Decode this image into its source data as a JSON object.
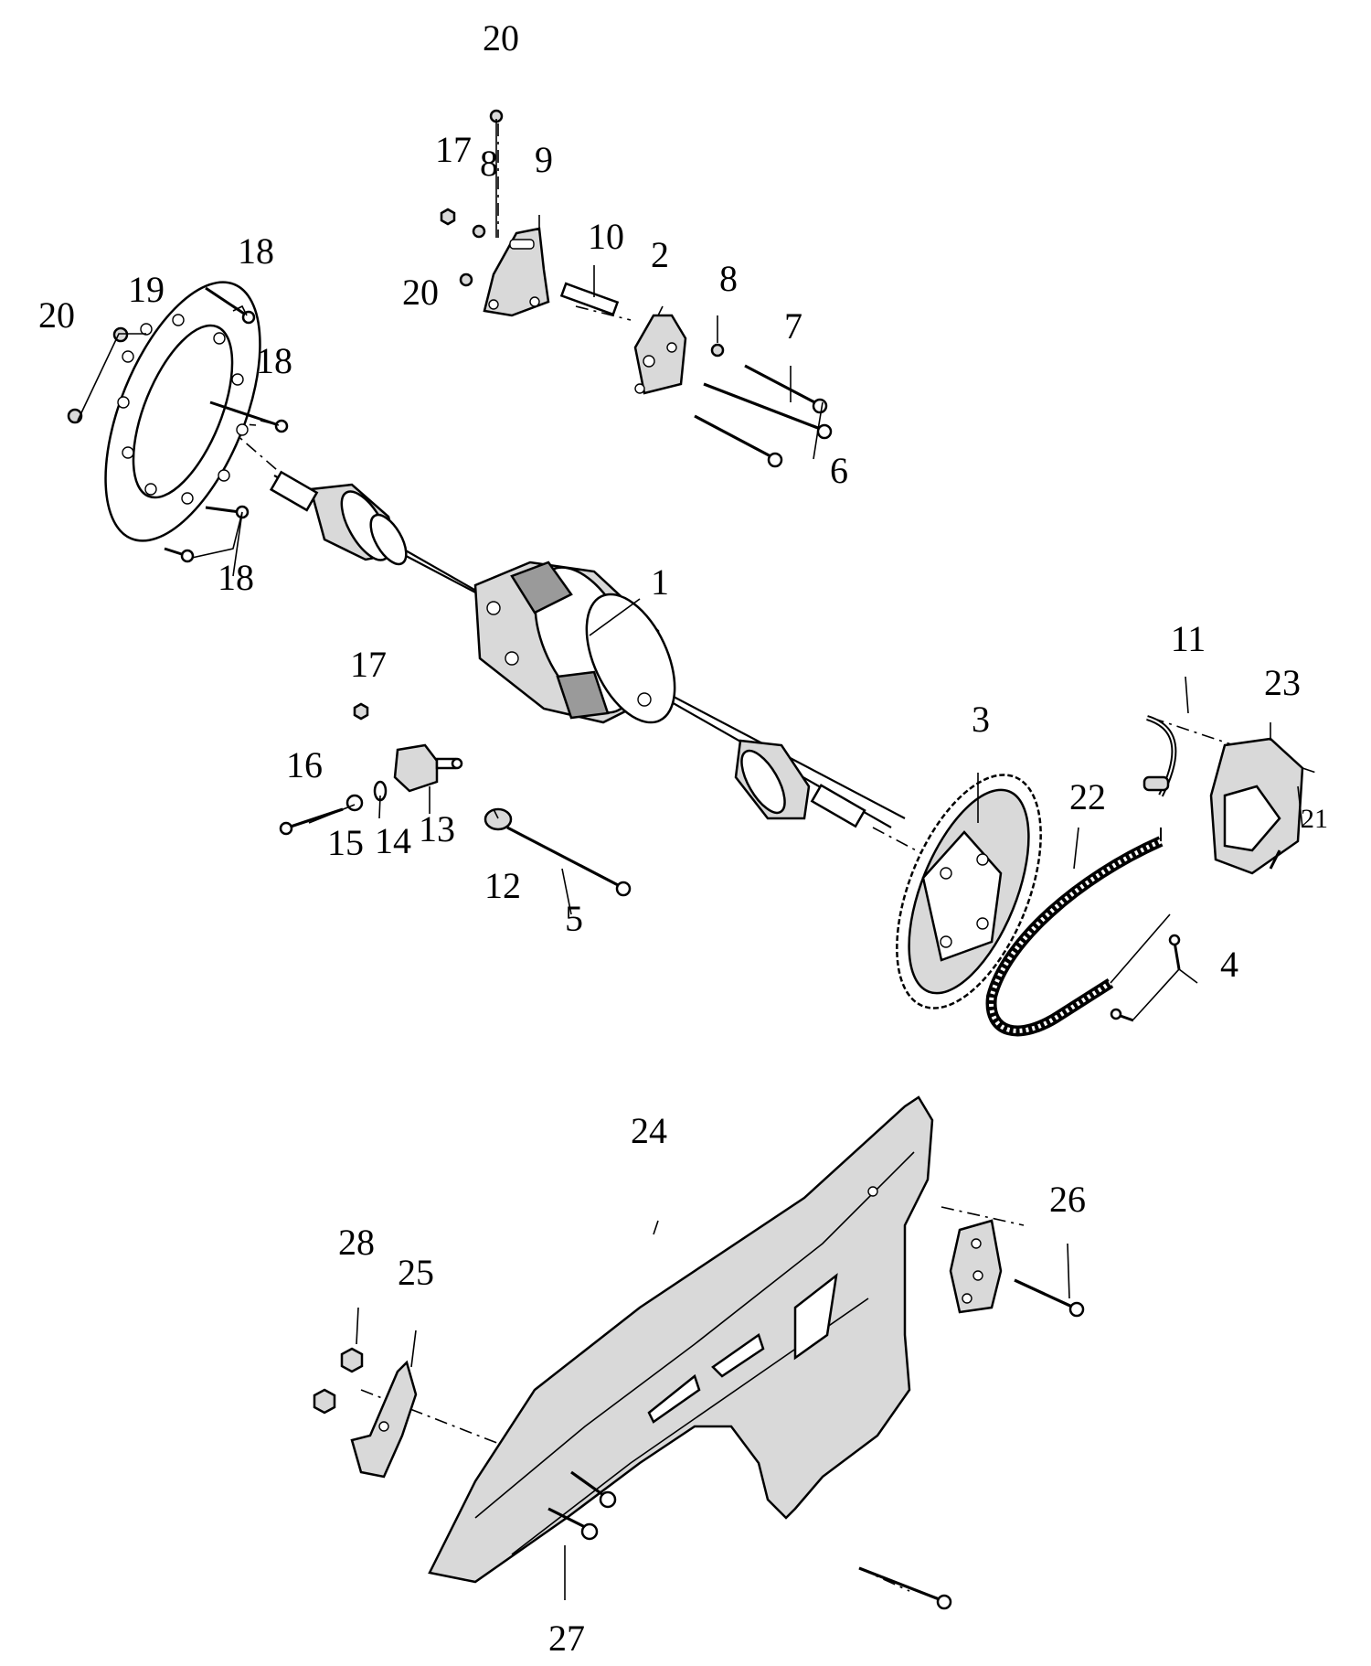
{
  "diagram": {
    "callouts": {
      "c1": "1",
      "c2": "2",
      "c3": "3",
      "c4": "4",
      "c5": "5",
      "c6": "6",
      "c7": "7",
      "c8a": "8",
      "c8b": "8",
      "c9": "9",
      "c10": "10",
      "c11": "11",
      "c12": "12",
      "c13": "13",
      "c14": "14",
      "c15": "15",
      "c16": "16",
      "c17a": "17",
      "c17b": "17",
      "c18a": "18",
      "c18b": "18",
      "c18c": "18",
      "c19": "19",
      "c20a": "20",
      "c20b": "20",
      "c20c": "20",
      "c21": "21",
      "c22": "22",
      "c23": "23",
      "c24": "24",
      "c25": "25",
      "c26": "26",
      "c27": "27",
      "c28": "28"
    }
  }
}
